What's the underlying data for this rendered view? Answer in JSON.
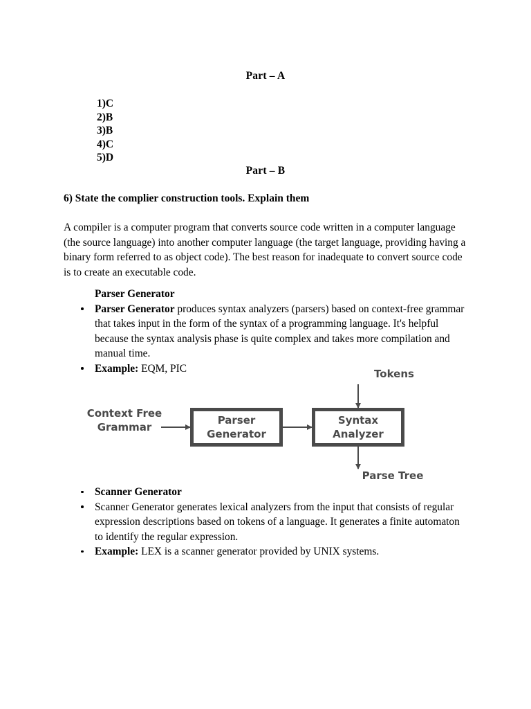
{
  "document": {
    "part_a_heading": "Part – A",
    "part_b_heading": "Part – B",
    "answers": [
      {
        "label": "1)C"
      },
      {
        "label": "2)B"
      },
      {
        "label": "3)B"
      },
      {
        "label": "4)C"
      },
      {
        "label": "5)D"
      }
    ],
    "question_heading": "6) State the complier construction tools. Explain them",
    "intro_paragraph": "A compiler is a computer program that converts source code written in a computer language (the source language) into another computer language (the target language, providing having a binary form referred to as object code). The best reason for inadequate to convert source code is to create an executable code.",
    "parser_section": {
      "sub_heading": "Parser Generator",
      "bullet_1_lead": "Parser Generator",
      "bullet_1_text": " produces syntax analyzers (parsers) based on context-free grammar that takes input in the form of the syntax of a programming language. It's helpful because the syntax analysis phase is quite complex and takes more compilation and manual time.",
      "bullet_2_lead": "Example:",
      "bullet_2_text": " EQM, PIC"
    },
    "scanner_section": {
      "bullet_1_lead": "Scanner Generator",
      "bullet_1_text": "",
      "bullet_2_lead": "",
      "bullet_2_text": "Scanner Generator generates lexical analyzers from the input that consists of regular expression descriptions based on tokens of a language. It generates a finite automaton to identify the regular expression.",
      "bullet_3_lead": "Example:",
      "bullet_3_text": " LEX is a scanner generator provided by UNIX systems."
    }
  },
  "diagram": {
    "label_context_free": "Context Free\nGrammar",
    "label_tokens": "Tokens",
    "label_parse_tree": "Parse Tree",
    "box_parser_generator": "Parser\nGenerator",
    "box_syntax_analyzer": "Syntax\nAnalyzer",
    "colors": {
      "box_border": "#4a4a4a",
      "label_text": "#4a4a4a",
      "arrow": "#4a4a4a",
      "box_fill": "#ffffff"
    }
  }
}
